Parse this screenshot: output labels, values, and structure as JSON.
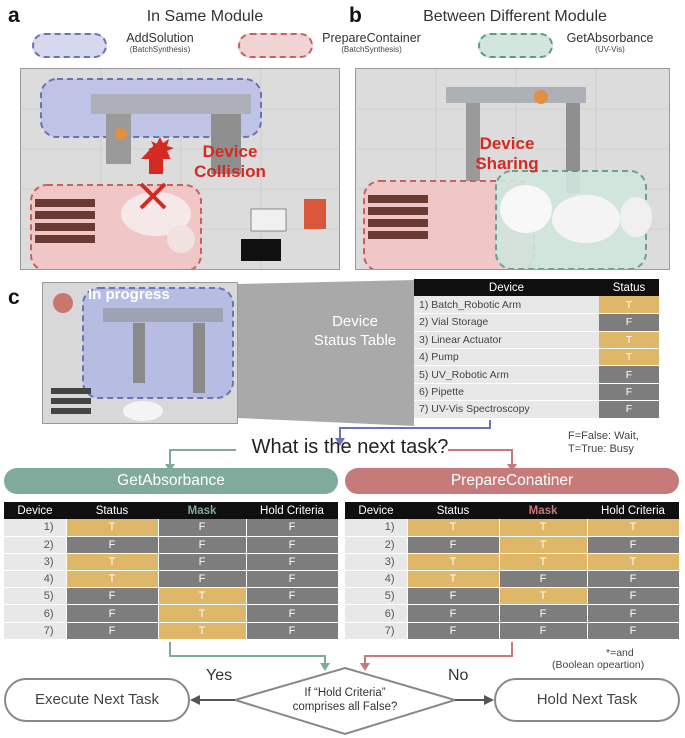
{
  "panels": {
    "a": "a",
    "b": "b",
    "c": "c"
  },
  "headers": {
    "a": "In Same Module",
    "b": "Between Different Module"
  },
  "legend": [
    {
      "name": "AddSolution",
      "sub": "(BatchSynthesis)",
      "color": "#6a72b8"
    },
    {
      "name": "PrepareContainer",
      "sub": "(BatchSynthesis)",
      "color": "#c86060"
    },
    {
      "name": "GetAbsorbance",
      "sub": "(UV-Vis)",
      "color": "#5e9a86"
    }
  ],
  "annotations": {
    "collision": "Device\nCollision",
    "sharing": "Device\nSharing",
    "in_progress": "In progress",
    "status_table_label": "Device\nStatus Table"
  },
  "status_table": {
    "headers": [
      "Device",
      "Status"
    ],
    "rows": [
      {
        "device": "1)  Batch_Robotic Arm",
        "status": "T"
      },
      {
        "device": "2)  Vial Storage",
        "status": "F"
      },
      {
        "device": "3)  Linear Actuator",
        "status": "T"
      },
      {
        "device": "4)  Pump",
        "status": "T"
      },
      {
        "device": "5)  UV_Robotic Arm",
        "status": "F"
      },
      {
        "device": "6)  Pipette",
        "status": "F"
      },
      {
        "device": "7)  UV-Vis Spectroscopy",
        "status": "F"
      }
    ]
  },
  "question": "What is the next task?",
  "legend_tf": {
    "line1": "F=False: Wait,",
    "line2": "T=True: Busy"
  },
  "colors": {
    "teal": "#7faa9c",
    "rose": "#c77a7a",
    "T": "#dfb769",
    "F": "#7d7d7d",
    "empty": "#7d7d7d"
  },
  "get_absorbance": {
    "title": "GetAbsorbance",
    "headers": [
      "Device",
      "Status",
      "Mask",
      "Hold Criteria"
    ],
    "rows": [
      {
        "d": "1)",
        "s": "T",
        "m": "F",
        "h": "F",
        "mT": false
      },
      {
        "d": "2)",
        "s": "F",
        "m": "F",
        "h": "F",
        "mT": false
      },
      {
        "d": "3)",
        "s": "T",
        "m": "F",
        "h": "F",
        "mT": false
      },
      {
        "d": "4)",
        "s": "T",
        "m": "F",
        "h": "F",
        "mT": false
      },
      {
        "d": "5)",
        "s": "F",
        "m": "T",
        "h": "F",
        "mT": true
      },
      {
        "d": "6)",
        "s": "F",
        "m": "T",
        "h": "F",
        "mT": true
      },
      {
        "d": "7)",
        "s": "F",
        "m": "T",
        "h": "F",
        "mT": true
      }
    ]
  },
  "prepare_container": {
    "title": "PrepareConatiner",
    "headers": [
      "Device",
      "Status",
      "Mask",
      "Hold Criteria"
    ],
    "rows": [
      {
        "d": "1)",
        "s": "T",
        "m": "T",
        "h": "T",
        "hT": true
      },
      {
        "d": "2)",
        "s": "F",
        "m": "T",
        "h": "F",
        "hT": false
      },
      {
        "d": "3)",
        "s": "T",
        "m": "T",
        "h": "T",
        "hT": true
      },
      {
        "d": "4)",
        "s": "T",
        "m": "F",
        "h": "F",
        "hT": false
      },
      {
        "d": "5)",
        "s": "F",
        "m": "T",
        "h": "F",
        "hT": false
      },
      {
        "d": "6)",
        "s": "F",
        "m": "F",
        "h": "F",
        "hT": false
      },
      {
        "d": "7)",
        "s": "F",
        "m": "F",
        "h": "F",
        "hT": false
      }
    ]
  },
  "note": {
    "line1": "*=and",
    "line2": "(Boolean opeartion)"
  },
  "flow": {
    "yes": "Yes",
    "no": "No",
    "execute": "Execute Next Task",
    "hold": "Hold Next Task",
    "decision_line1": "If “Hold Criteria”",
    "decision_line2": "comprises all False?"
  }
}
